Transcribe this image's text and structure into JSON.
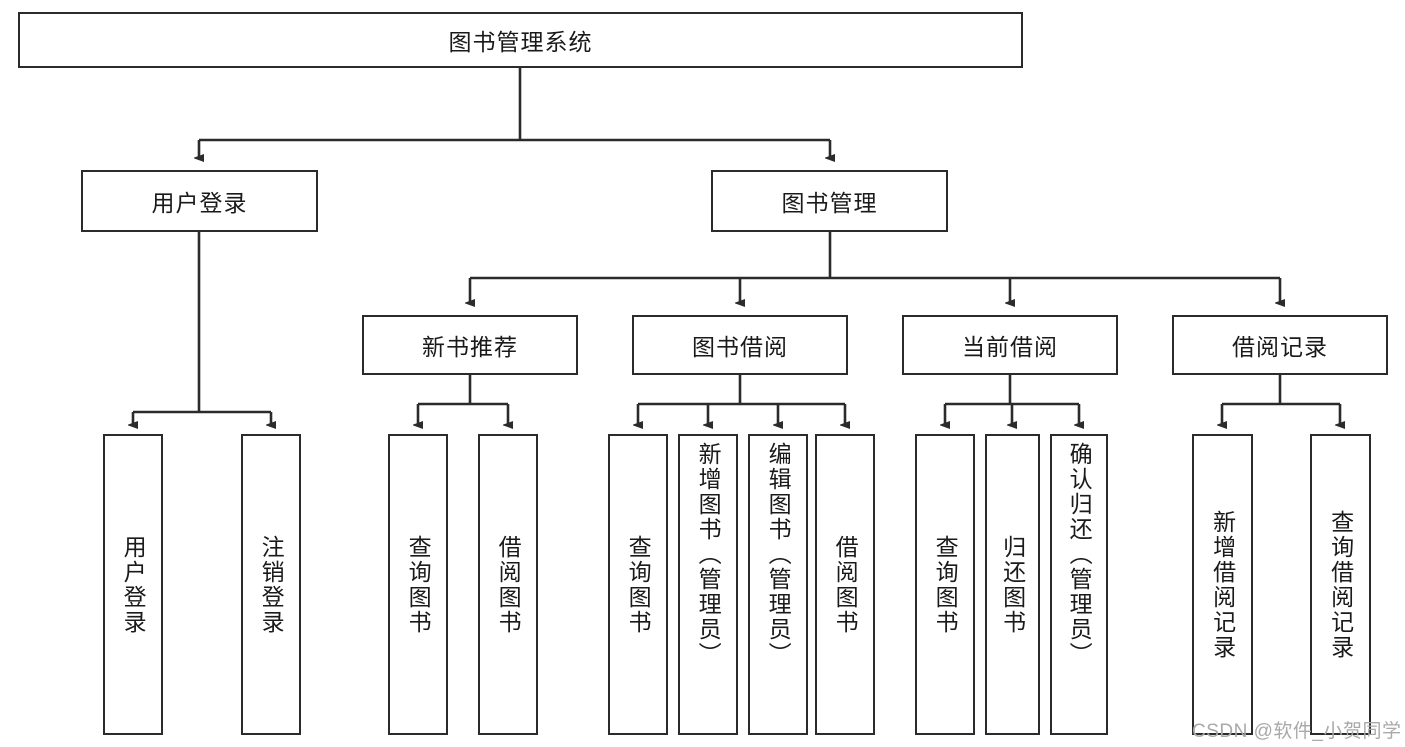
{
  "diagram": {
    "title_node": {
      "label": "图书管理系统"
    },
    "level2": [
      {
        "label": "用户登录"
      },
      {
        "label": "图书管理"
      }
    ],
    "level3": [
      {
        "label": "新书推荐"
      },
      {
        "label": "图书借阅"
      },
      {
        "label": "当前借阅"
      },
      {
        "label": "借阅记录"
      }
    ],
    "leaves": {
      "user_login": [
        {
          "label": "用户登录"
        },
        {
          "label": "注销登录"
        }
      ],
      "new_book_rec": [
        {
          "label": "查询图书"
        },
        {
          "label": "借阅图书"
        }
      ],
      "book_borrow": [
        {
          "label": "查询图书"
        },
        {
          "label": "新增图书（管理员）"
        },
        {
          "label": "编辑图书（管理员）"
        },
        {
          "label": "借阅图书"
        }
      ],
      "current_borrow": [
        {
          "label": "查询图书"
        },
        {
          "label": "归还图书"
        },
        {
          "label": "确认归还（管理员）"
        }
      ],
      "borrow_record": [
        {
          "label": "新增借阅记录"
        },
        {
          "label": "查询借阅记录"
        }
      ]
    }
  },
  "watermark": {
    "text": "CSDN @软件_小贺同学"
  },
  "colors": {
    "stroke": "#2b2b2b",
    "background": "#ffffff",
    "text": "#1a1a1a",
    "watermark": "#a9a9a9"
  }
}
